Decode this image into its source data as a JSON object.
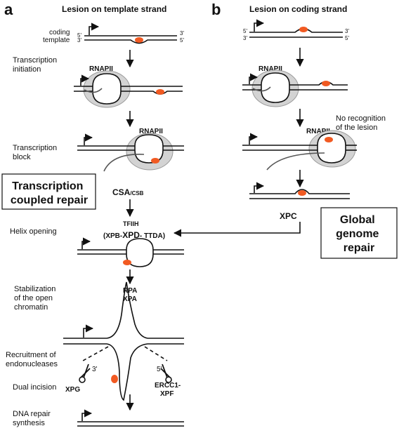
{
  "panels": {
    "a": {
      "letter": "a",
      "title": "Lesion on template strand"
    },
    "b": {
      "letter": "b",
      "title": "Lesion on coding strand"
    }
  },
  "strand_labels": {
    "coding": "coding",
    "template": "template",
    "five_prime": "5'",
    "three_prime": "3'"
  },
  "steps": {
    "transcription_initiation": [
      "Transcription",
      "initiation"
    ],
    "transcription_block": [
      "Transcription",
      "block"
    ],
    "helix_opening": "Helix opening",
    "stabilization": [
      "Stabilization",
      "of the open",
      "chromatin"
    ],
    "recruitment": [
      "Recruitment of",
      "endonucleases"
    ],
    "dual_incision": "Dual incision",
    "repair_synthesis": [
      "DNA repair",
      "synthesis"
    ]
  },
  "labels": {
    "rnapii": "RNAPII",
    "no_recognition": [
      "No recognition",
      "of the lesion"
    ],
    "csa": "CSA",
    "csb": "/CSB",
    "xpc": "XPC",
    "tfiih": "TFIIH",
    "xpd_left": "(XPB-",
    "xpd_mid": "XPD",
    "xpd_right": "- TTDA)",
    "rpa": "RPA",
    "xpa": "XPA",
    "xpg": "XPG",
    "ercc1": [
      "ERCC1-",
      "XPF"
    ]
  },
  "boxes": {
    "tcr": [
      "Transcription",
      "coupled repair"
    ],
    "ggr": [
      "Global",
      "genome",
      "repair"
    ]
  },
  "colors": {
    "lesion": "#f15a22",
    "polymerase": "#d3d3d3"
  }
}
